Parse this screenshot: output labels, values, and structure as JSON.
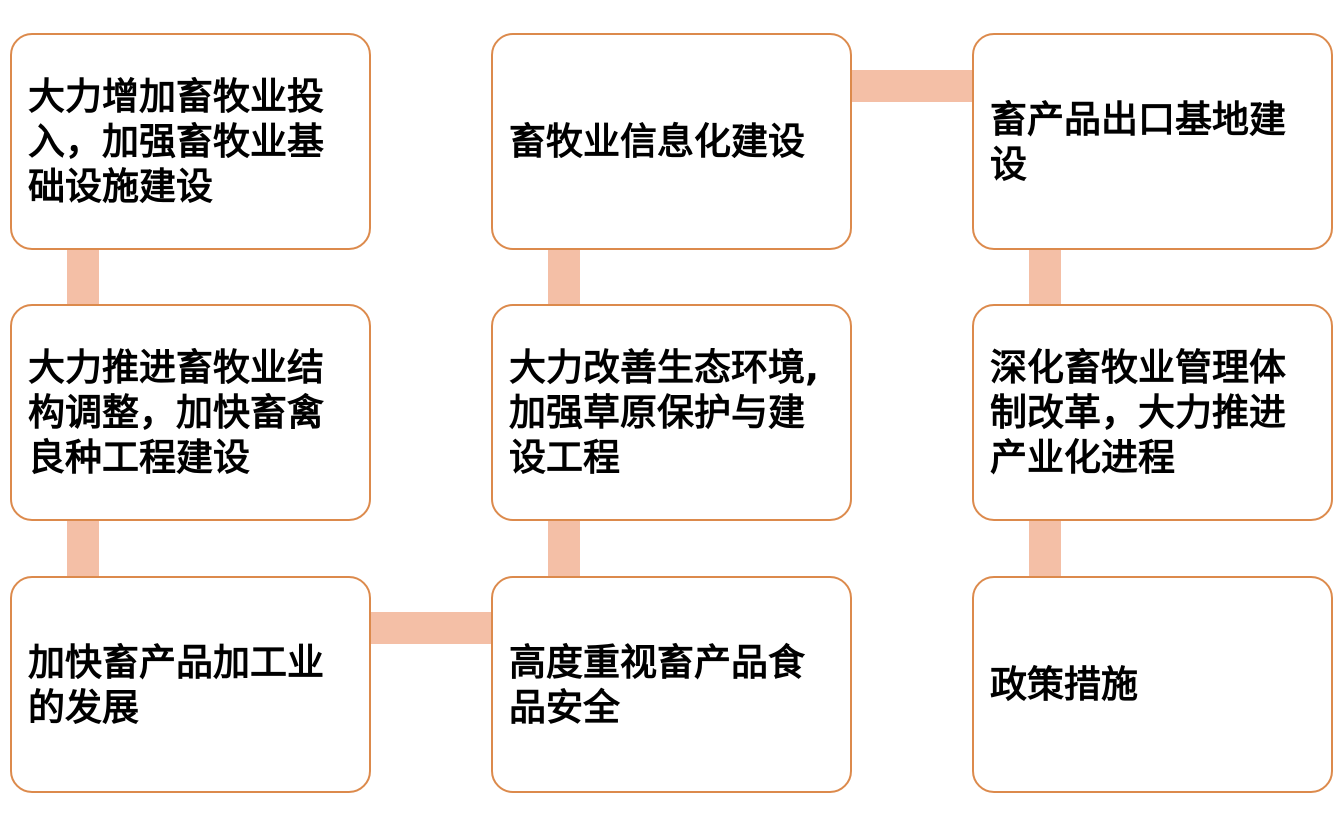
{
  "nodes": {
    "n1": "大力增加畜牧业投入，加强畜牧业基础设施建设",
    "n2": "大力推进畜牧业结构调整，加快畜禽良种工程建设",
    "n3": "加快畜产品加工业的发展",
    "n4": "高度重视畜产品食品安全",
    "n5": "大力改善生态环境,加强草原保护与建设工程",
    "n6": "畜牧业信息化建设",
    "n7": "畜产品出口基地建设",
    "n8": "深化畜牧业管理体制改革，大力推进产业化进程",
    "n9": "政策措施"
  },
  "colors": {
    "node_border": "#dc8a4c",
    "connector": "#f4bfa6",
    "text": "#000000",
    "background": "#ffffff"
  }
}
